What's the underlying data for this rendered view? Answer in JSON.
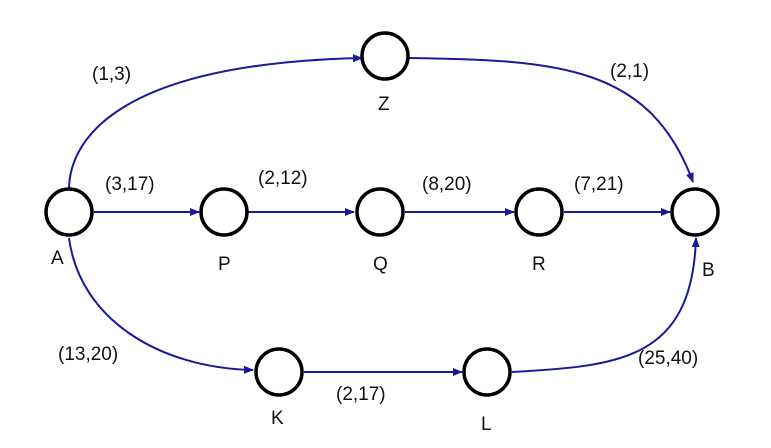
{
  "diagram": {
    "nodes": {
      "A": "A",
      "P": "P",
      "Q": "Q",
      "R": "R",
      "B": "B",
      "Z": "Z",
      "K": "K",
      "L": "L"
    },
    "edges": [
      {
        "from": "A",
        "to": "Z",
        "label": "(1,3)"
      },
      {
        "from": "Z",
        "to": "B",
        "label": "(2,1)"
      },
      {
        "from": "A",
        "to": "P",
        "label": "(3,17)"
      },
      {
        "from": "P",
        "to": "Q",
        "label": "(2,12)"
      },
      {
        "from": "Q",
        "to": "R",
        "label": "(8,20)"
      },
      {
        "from": "R",
        "to": "B",
        "label": "(7,21)"
      },
      {
        "from": "A",
        "to": "K",
        "label": "(13,20)"
      },
      {
        "from": "K",
        "to": "L",
        "label": "(2,17)"
      },
      {
        "from": "L",
        "to": "B",
        "label": "(25,40)"
      }
    ],
    "colors": {
      "edge": "#1a1a99",
      "node_stroke": "#000000",
      "text": "#111111"
    }
  }
}
